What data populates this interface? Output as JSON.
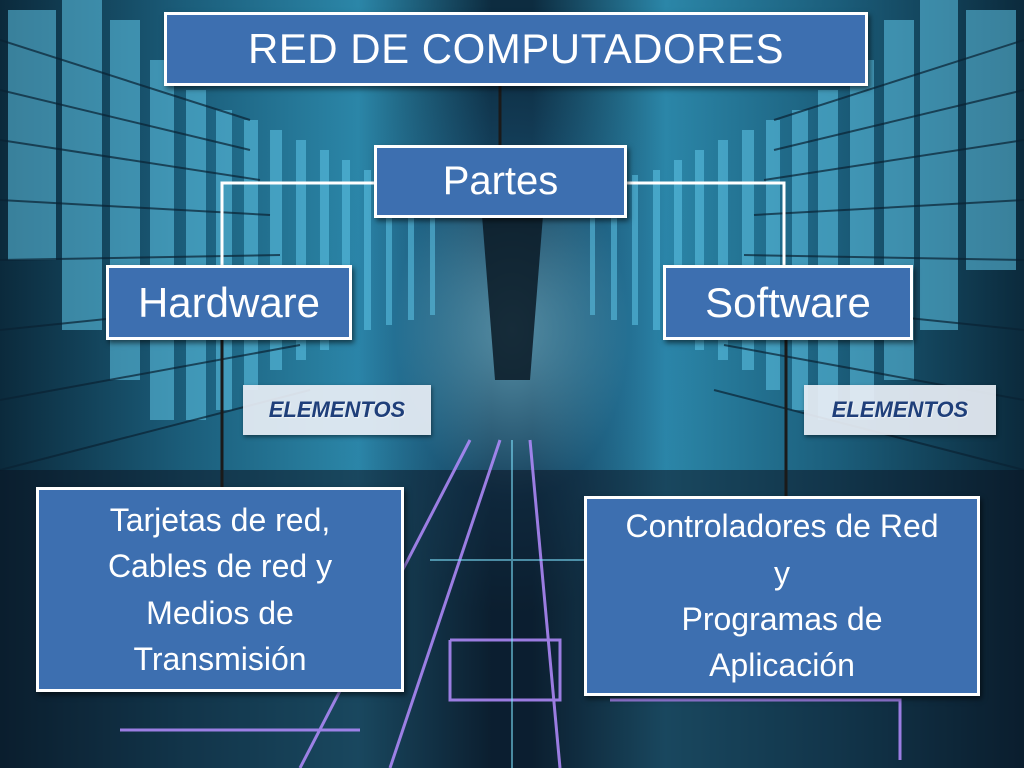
{
  "diagram": {
    "title": "RED DE COMPUTADORES",
    "parts": "Partes",
    "hardware": {
      "label": "Hardware",
      "tag": "ELEMENTOS",
      "elements": "Tarjetas de red,\nCables de red y\nMedios de\nTransmisión"
    },
    "software": {
      "label": "Software",
      "tag": "ELEMENTOS",
      "elements": "Controladores de Red\ny\nProgramas de\nAplicación"
    }
  },
  "colors": {
    "box_fill": "#3d6fb0",
    "box_border": "#ffffff",
    "tag_text": "#1f3f7a",
    "background": "#0d2c40"
  }
}
